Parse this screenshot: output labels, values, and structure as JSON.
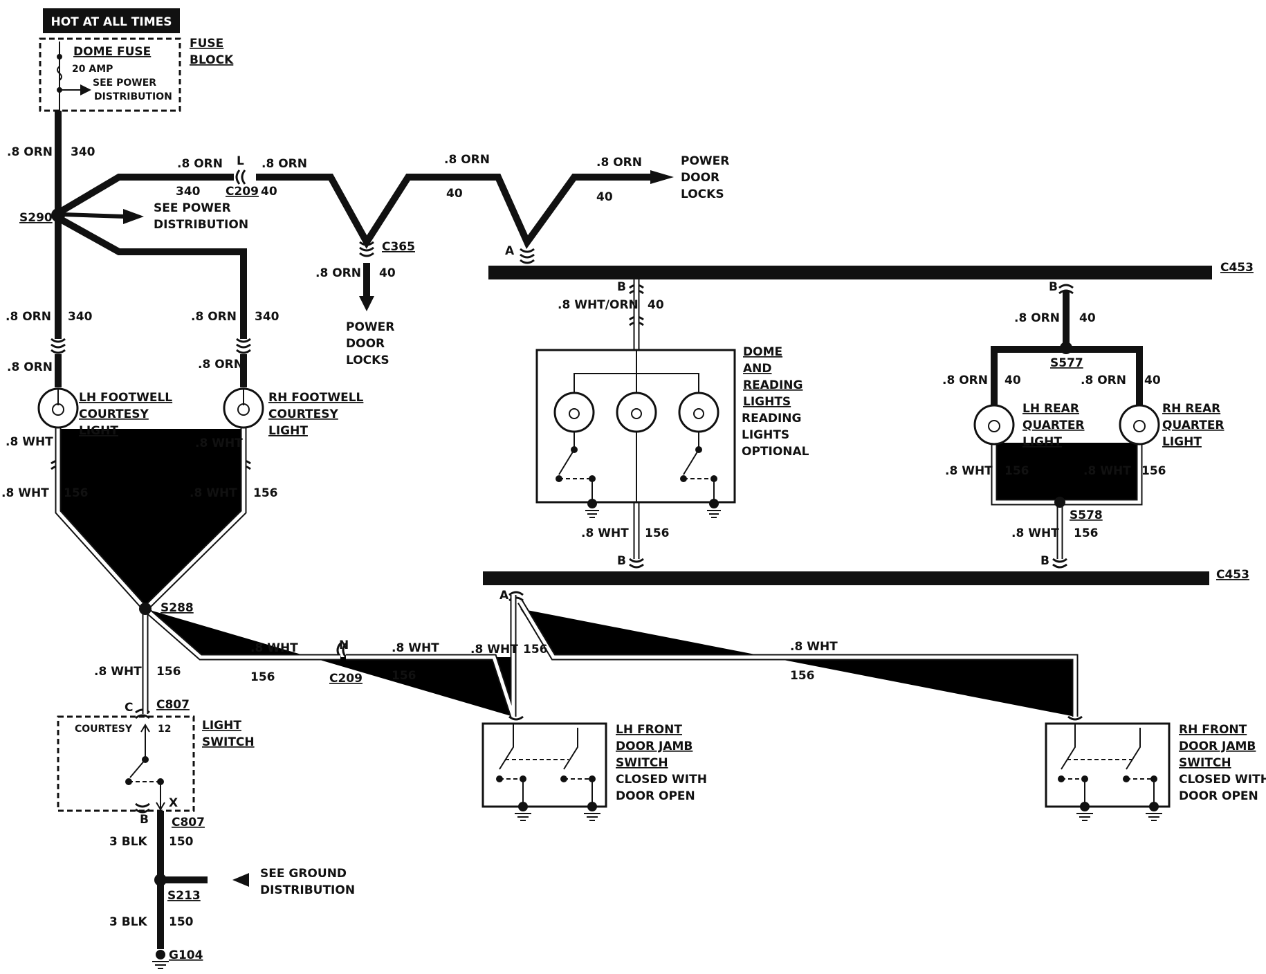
{
  "header": {
    "hot_label": "HOT AT ALL TIMES"
  },
  "fuse": {
    "name": "DOME FUSE",
    "rating": "20 AMP",
    "see1": "SEE POWER",
    "see2": "DISTRIBUTION"
  },
  "fuse_block": {
    "line1": "FUSE",
    "line2": "BLOCK"
  },
  "splices": {
    "s290": "S290",
    "s288": "S288",
    "s577": "S577",
    "s578": "S578",
    "s213": "S213"
  },
  "connectors": {
    "c209": "C209",
    "c365": "C365",
    "c453": "C453",
    "c807": "C807",
    "pin_L": "L",
    "pin_N": "N",
    "pin_A": "A",
    "pin_B": "B",
    "pin_C": "C",
    "pin_X": "X"
  },
  "ground": {
    "g104": "G104",
    "see1": "SEE GROUND",
    "see2": "DISTRIBUTION"
  },
  "power_dist": {
    "line1": "SEE POWER",
    "line2": "DISTRIBUTION"
  },
  "door_locks": {
    "line1": "POWER",
    "line2": "DOOR",
    "line3": "LOCKS"
  },
  "wires": {
    "orn": ".8 ORN",
    "wht": ".8 WHT",
    "whtorn": ".8 WHT/ORN",
    "blk": "3 BLK",
    "c340": "340",
    "c40": "40",
    "c156": "156",
    "c150": "150"
  },
  "components": {
    "lh_footwell": [
      "LH FOOTWELL",
      "COURTESY",
      "LIGHT"
    ],
    "rh_footwell": [
      "RH FOOTWELL",
      "COURTESY",
      "LIGHT"
    ],
    "dome": [
      "DOME",
      "AND",
      "READING",
      "LIGHTS",
      "READING",
      "LIGHTS",
      "OPTIONAL"
    ],
    "lh_rear": [
      "LH REAR",
      "QUARTER",
      "LIGHT"
    ],
    "rh_rear": [
      "RH REAR",
      "QUARTER",
      "LIGHT"
    ],
    "light_switch": [
      "LIGHT",
      "SWITCH"
    ],
    "courtesy": "COURTESY",
    "terminal_12": "12",
    "lh_jamb": [
      "LH FRONT",
      "DOOR JAMB",
      "SWITCH",
      "CLOSED WITH",
      "DOOR OPEN"
    ],
    "rh_jamb": [
      "RH FRONT",
      "DOOR JAMB",
      "SWITCH",
      "CLOSED WITH",
      "DOOR OPEN"
    ]
  }
}
